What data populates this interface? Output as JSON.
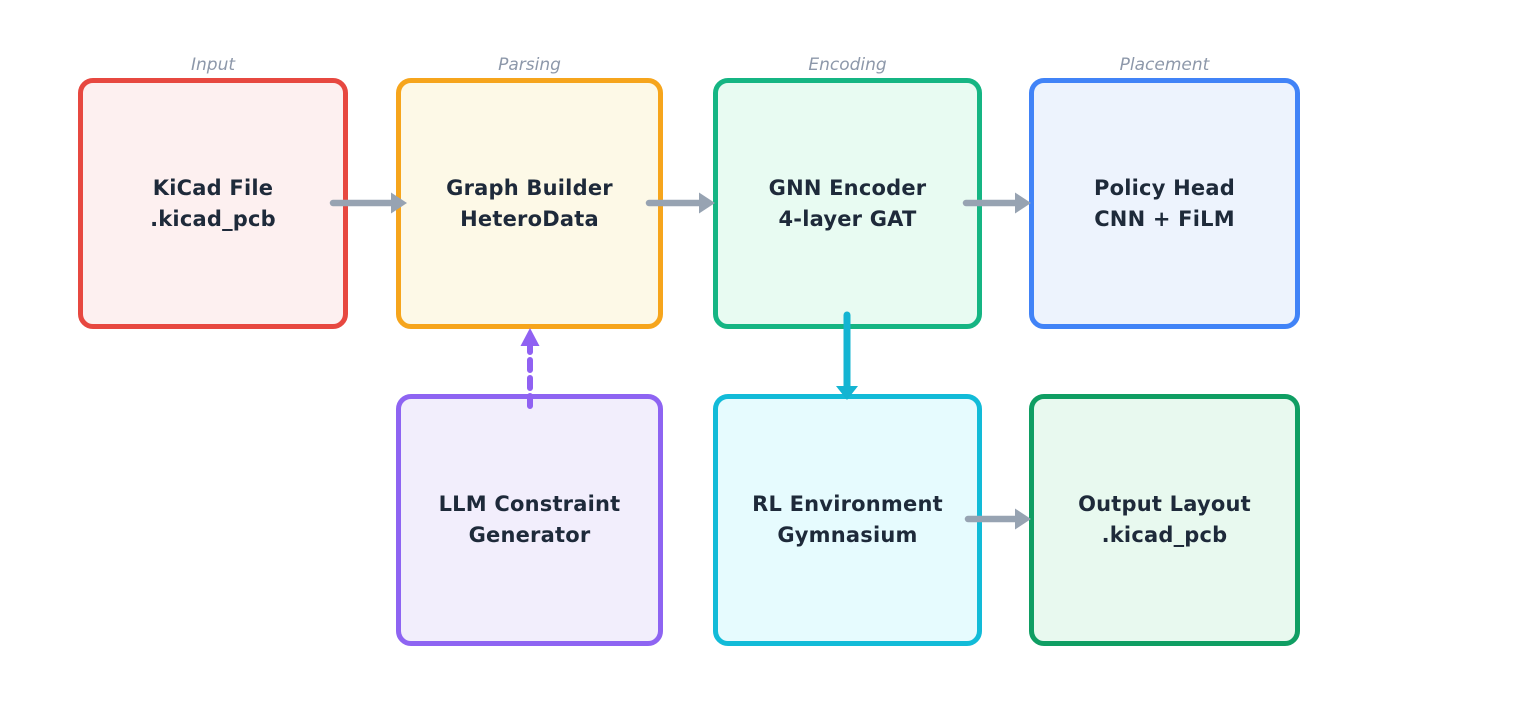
{
  "diagram": {
    "background": "#ffffff",
    "text_color": "#1e2a3a",
    "stage_label_color": "#8d98aa",
    "nodes": [
      {
        "id": "kicad-file",
        "stage": "Input",
        "line1": "KiCad File",
        "line2": ".kicad_pcb",
        "border": "#e74840",
        "fill": "#fdf0f0"
      },
      {
        "id": "graph-builder",
        "stage": "Parsing",
        "line1": "Graph Builder",
        "line2": "HeteroData",
        "border": "#f6a51c",
        "fill": "#fdf9e7"
      },
      {
        "id": "gnn-encoder",
        "stage": "Encoding",
        "line1": "GNN Encoder",
        "line2": "4-layer GAT",
        "border": "#15b583",
        "fill": "#e8fbf2"
      },
      {
        "id": "policy-head",
        "stage": "Placement",
        "line1": "Policy Head",
        "line2": "CNN + FiLM",
        "border": "#4183f7",
        "fill": "#edf3fd"
      },
      {
        "id": "llm-constraint-generator",
        "stage": "",
        "line1": "LLM Constraint",
        "line2": "Generator",
        "border": "#8e64f2",
        "fill": "#f2eefc"
      },
      {
        "id": "rl-environment",
        "stage": "",
        "line1": "RL Environment",
        "line2": "Gymnasium",
        "border": "#12bbd8",
        "fill": "#e6fbfe"
      },
      {
        "id": "output-layout",
        "stage": "",
        "line1": "Output Layout",
        "line2": ".kicad_pcb",
        "border": "#0f9e63",
        "fill": "#e8f9ef"
      }
    ],
    "edges": [
      {
        "from": "kicad-file",
        "to": "graph-builder",
        "color": "#97a3b2",
        "style": "solid"
      },
      {
        "from": "graph-builder",
        "to": "gnn-encoder",
        "color": "#97a3b2",
        "style": "solid"
      },
      {
        "from": "gnn-encoder",
        "to": "policy-head",
        "color": "#97a3b2",
        "style": "solid"
      },
      {
        "from": "rl-environment",
        "to": "output-layout",
        "color": "#97a3b2",
        "style": "solid"
      },
      {
        "from": "gnn-encoder",
        "to": "rl-environment",
        "color": "#14b4d2",
        "style": "solid"
      },
      {
        "from": "llm-constraint-generator",
        "to": "graph-builder",
        "color": "#9061f2",
        "style": "dashed"
      }
    ]
  }
}
